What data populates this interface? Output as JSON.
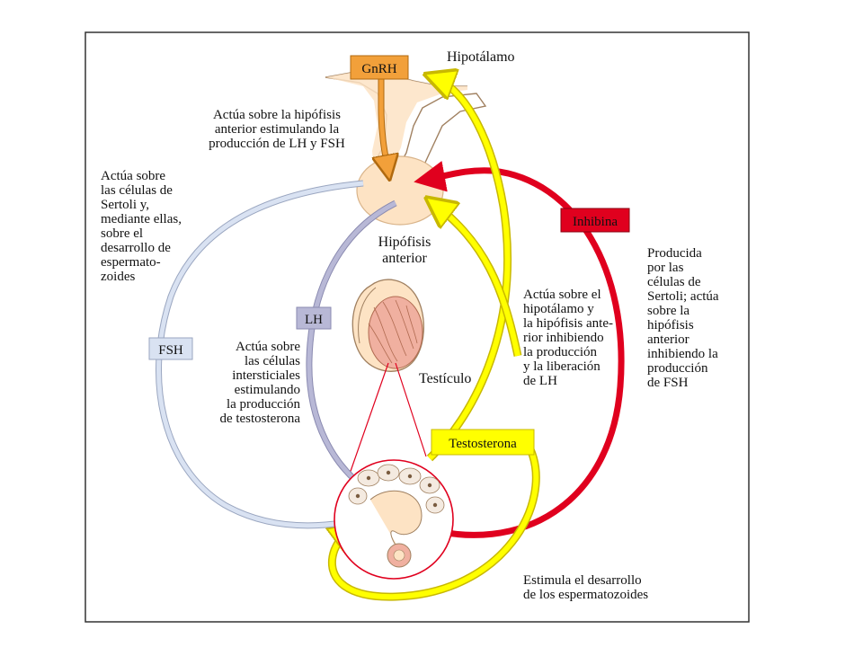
{
  "colors": {
    "yellow": "#ffff00",
    "yellow_edge": "#c8b800",
    "red": "#e0001e",
    "lavender": "#b8b8d6",
    "pale_blue": "#d9e2f2",
    "orange_box": "#f2a03a",
    "tissue": "#fde3c4",
    "tissue_edge": "#a08060",
    "pink_tissue": "#f0b0a0",
    "frame": "#333333"
  },
  "labels": {
    "gnrh": "GnRH",
    "hipotalamo": "Hipotálamo",
    "inhibina": "Inhibina",
    "fsh": "FSH",
    "lh": "LH",
    "testosterona": "Testosterona",
    "hipofisis": "Hipófisis",
    "anterior": "anterior",
    "testiculo": "Testículo"
  },
  "captions": {
    "gnrh_action": [
      "Actúa sobre la hipófisis",
      "anterior estimulando la",
      "producción de LH y FSH"
    ],
    "fsh_action": [
      "Actúa sobre",
      "las células de",
      "Sertoli y,",
      "mediante ellas,",
      "sobre el",
      "desarrollo de",
      "espermato-",
      "zoides"
    ],
    "lh_action": [
      "Actúa sobre",
      "las células",
      "intersticiales",
      "estimulando",
      "la producción",
      "de testosterona"
    ],
    "testosterone_action": [
      "Actúa sobre el",
      "hipotálamo y",
      "la hipófisis ante-",
      "rior inhibiendo",
      "la producción",
      "y la liberación",
      "de LH"
    ],
    "inhibin_action": [
      "Producida",
      "por las",
      "células de",
      "Sertoli; actúa",
      "sobre la",
      "hipófisis",
      "anterior",
      "inhibiendo la",
      "producción",
      "de FSH"
    ],
    "sperm_development": [
      "Estimula el desarrollo",
      "de los espermatozoides"
    ]
  }
}
